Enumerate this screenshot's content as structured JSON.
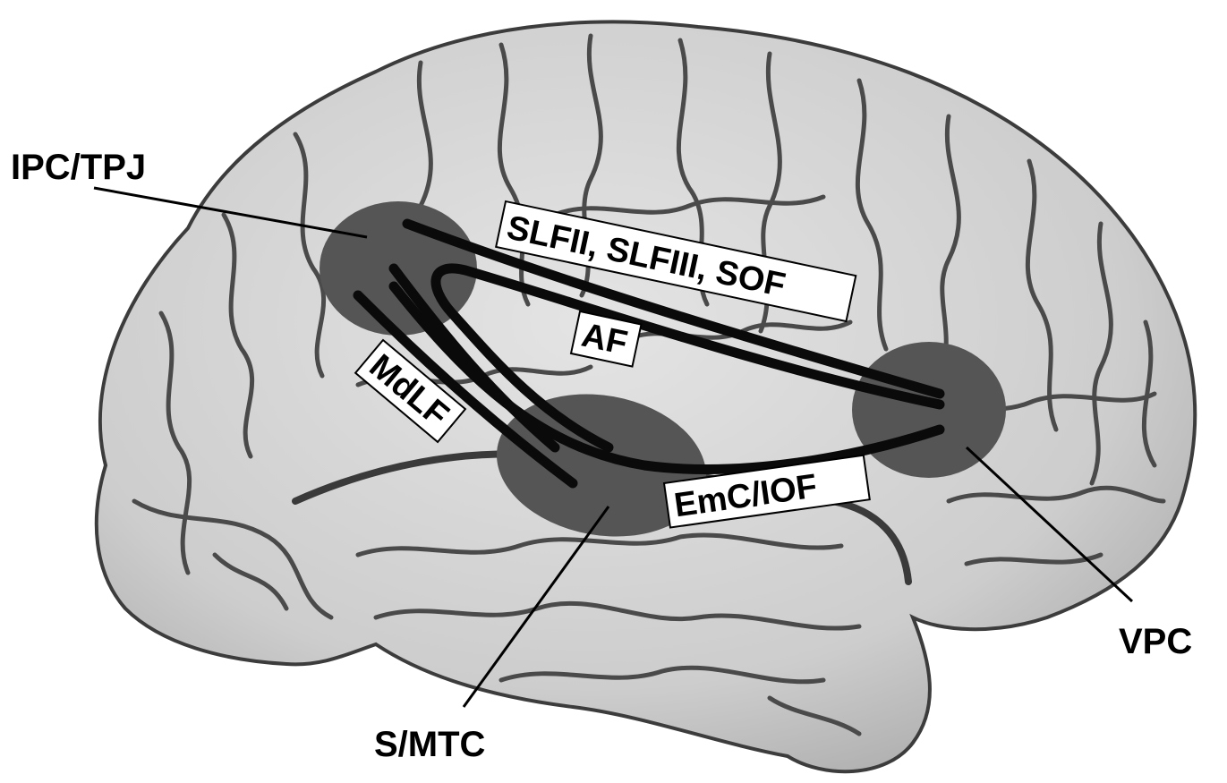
{
  "regions": {
    "ipc_tpj": "IPC/TPJ",
    "vpc": "VPC",
    "s_mtc": "S/MTC"
  },
  "tracts": {
    "slf_sof": "SLFII, SLFIII, SOF",
    "af": "AF",
    "mdlf": "MdLF",
    "emc_iof": "EmC/IOF"
  },
  "colors": {
    "brain_fill": "#cfcfcf",
    "gyrus_highlight": "#e2e2e2",
    "sulcus_stroke": "#4a4a4a",
    "region_fill": "#555555",
    "tract_stroke": "#0a0a0a",
    "label_box": "#ffffff"
  }
}
